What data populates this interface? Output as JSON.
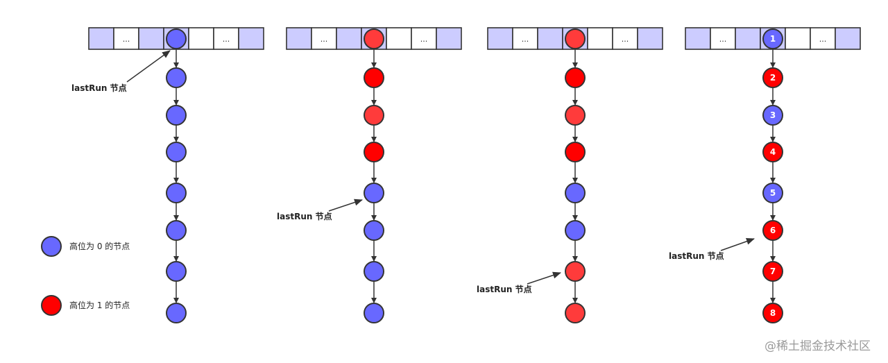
{
  "colors": {
    "blue_node": "#6868ff",
    "red_node": "#ff0000",
    "red_node_light": "#ff3b3b",
    "cell_tint": "#ccccff",
    "cell_white": "#ffffff",
    "outline": "#333333"
  },
  "array_cells": [
    "",
    "...",
    "",
    "",
    "",
    "...",
    ""
  ],
  "panels": [
    {
      "nodes": [
        "b",
        "b",
        "b",
        "b",
        "b",
        "b",
        "b",
        "b"
      ],
      "numbers": [],
      "lastRunLabel": "lastRun 节点"
    },
    {
      "nodes": [
        "r2",
        "r",
        "r2",
        "r",
        "b",
        "b",
        "b",
        "b"
      ],
      "numbers": [],
      "lastRunLabel": "lastRun 节点"
    },
    {
      "nodes": [
        "r2",
        "r",
        "r2",
        "r",
        "b",
        "b",
        "r2",
        "r2"
      ],
      "numbers": [],
      "lastRunLabel": "lastRun 节点"
    },
    {
      "nodes": [
        "b",
        "r",
        "b",
        "r",
        "b",
        "r",
        "r",
        "r"
      ],
      "numbers": [
        "1",
        "2",
        "3",
        "4",
        "5",
        "6",
        "7",
        "8"
      ],
      "lastRunLabel": "lastRun 节点"
    }
  ],
  "legend": {
    "blue_label": "高位为 0 的节点",
    "red_label": "高位为 1 的节点"
  },
  "watermark": "@稀土掘金技术社区"
}
